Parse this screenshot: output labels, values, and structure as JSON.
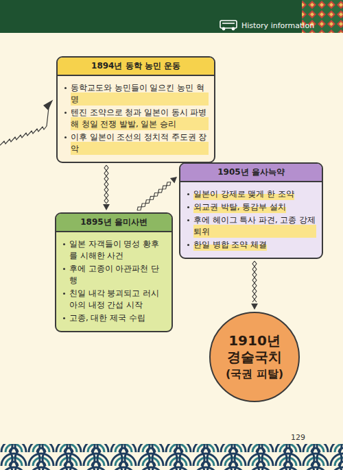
{
  "diagram": {
    "nodes": [
      {
        "text": [
          "1894년 동학 농민 운동",
          "동학교도와 농민들이 일으킨 농민 혁명",
          "텐진 조약으로 청과 일본이 동시 파병해 청일 전쟁 발발, 일본 승리",
          "이후 일본이 조선의 정치적 주도권 장악"
        ]
      },
      {
        "text": [
          "1895년 을미사변",
          "일본 자객들이 명성 황후를 시해한 사건",
          "후에 고종이 아관파천 단행",
          "친일 내각 붕괴되고 러시아의 내정 간섭 시작",
          "고종, 대한 제국 수립"
        ]
      },
      {
        "text": [
          "1905년 을사늑약",
          "일본이 강제로 맺게 한 조약",
          "외교권 박탈, 통감부 설치",
          "후에 헤이그 특사 파견, 고종 강제 퇴위",
          "한일 병합 조약 체결"
        ]
      },
      {
        "text": [
          "1910년 경술국치",
          "(국권 피탈)"
        ]
      }
    ],
    "edges": [
      {
        "from": 0,
        "to": 1,
        "arrow": "to"
      },
      {
        "from": 1,
        "to": 2,
        "arrow": "to"
      },
      {
        "from": 2,
        "to": 3,
        "arrow": "to"
      }
    ],
    "labels": [
      "History information",
      "129"
    ]
  }
}
